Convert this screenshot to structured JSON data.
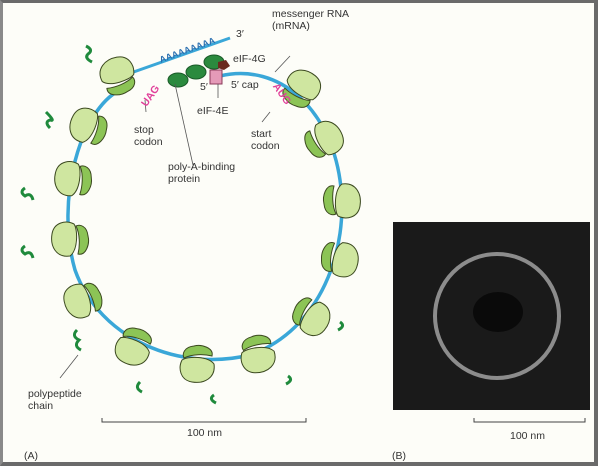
{
  "figure": {
    "panel_a_label": "(A)",
    "panel_b_label": "(B)",
    "colors": {
      "mrna": "#3aa7d8",
      "ribosome_large": "#cfe6a0",
      "ribosome_small": "#8cc456",
      "polypeptide": "#1f8a3c",
      "poly_a_binding_protein": "#2b8a3e",
      "eif4e": "#e59ab8",
      "eif4g": "#6b2a1e",
      "codon_text": "#e0409a",
      "poly_a_text": "#2a6fb0"
    }
  },
  "labels": {
    "messenger_rna": "messenger RNA\n(mRNA)",
    "eif4g": "eIF-4G",
    "five_prime": "5′",
    "five_prime_cap": "5′ cap",
    "three_prime": "3′",
    "eif4e": "eIF-4E",
    "stop_codon": "stop\ncodon",
    "start_codon": "start\ncodon",
    "poly_a_binding_protein": "poly-A-binding\nprotein",
    "polypeptide_chain": "polypeptide\nchain",
    "uag": "UAG",
    "aug": "AUG",
    "poly_a_tail": "AAAAAAAAA"
  },
  "scale_bars": {
    "panel_a": "100 nm",
    "panel_b": "100 nm"
  }
}
